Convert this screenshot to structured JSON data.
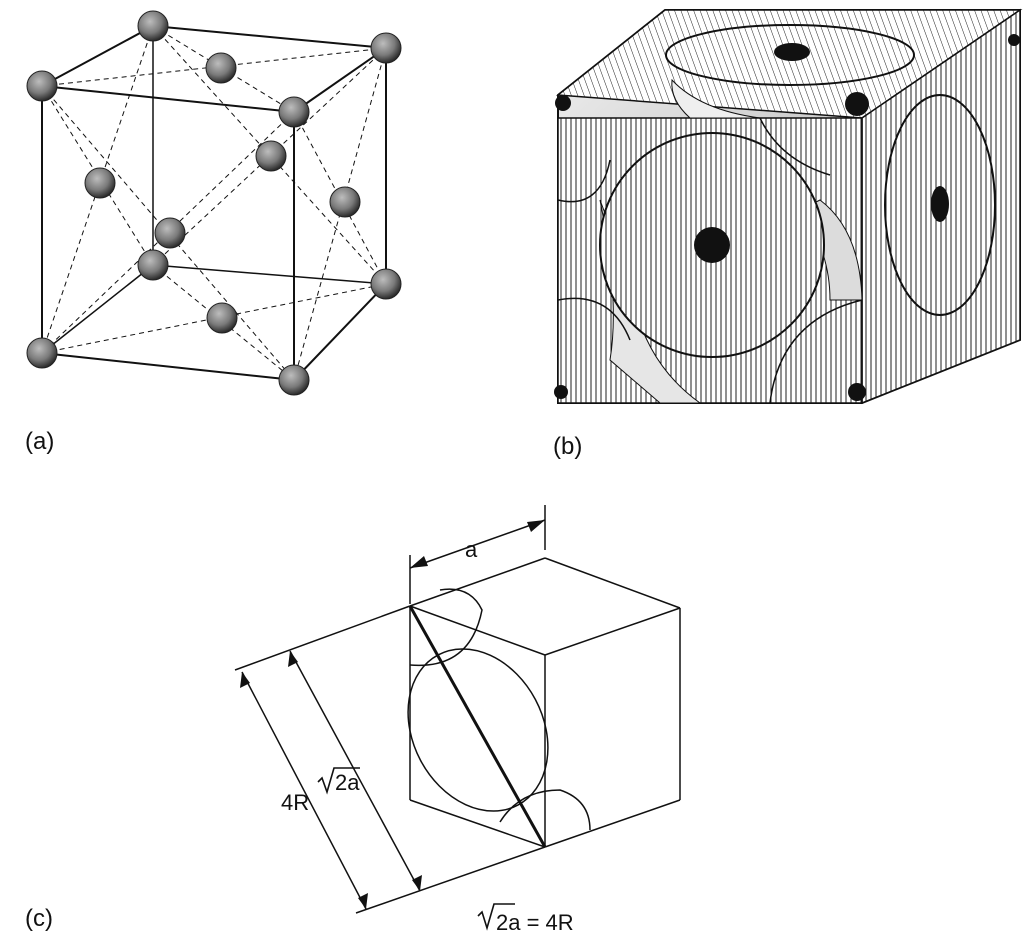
{
  "panels": {
    "a": {
      "label": "(a)"
    },
    "b": {
      "label": "(b)"
    },
    "c": {
      "label": "(c)",
      "edge_label": "a",
      "left_label": "4R",
      "diag_label_root": "2a",
      "formula_root": "2a",
      "formula_rest": " = 4R"
    }
  },
  "colors": {
    "line": "#111111",
    "atom_fill": "#8a8a8a",
    "atom_core": "#111111",
    "shading": "#d9d9d9"
  }
}
